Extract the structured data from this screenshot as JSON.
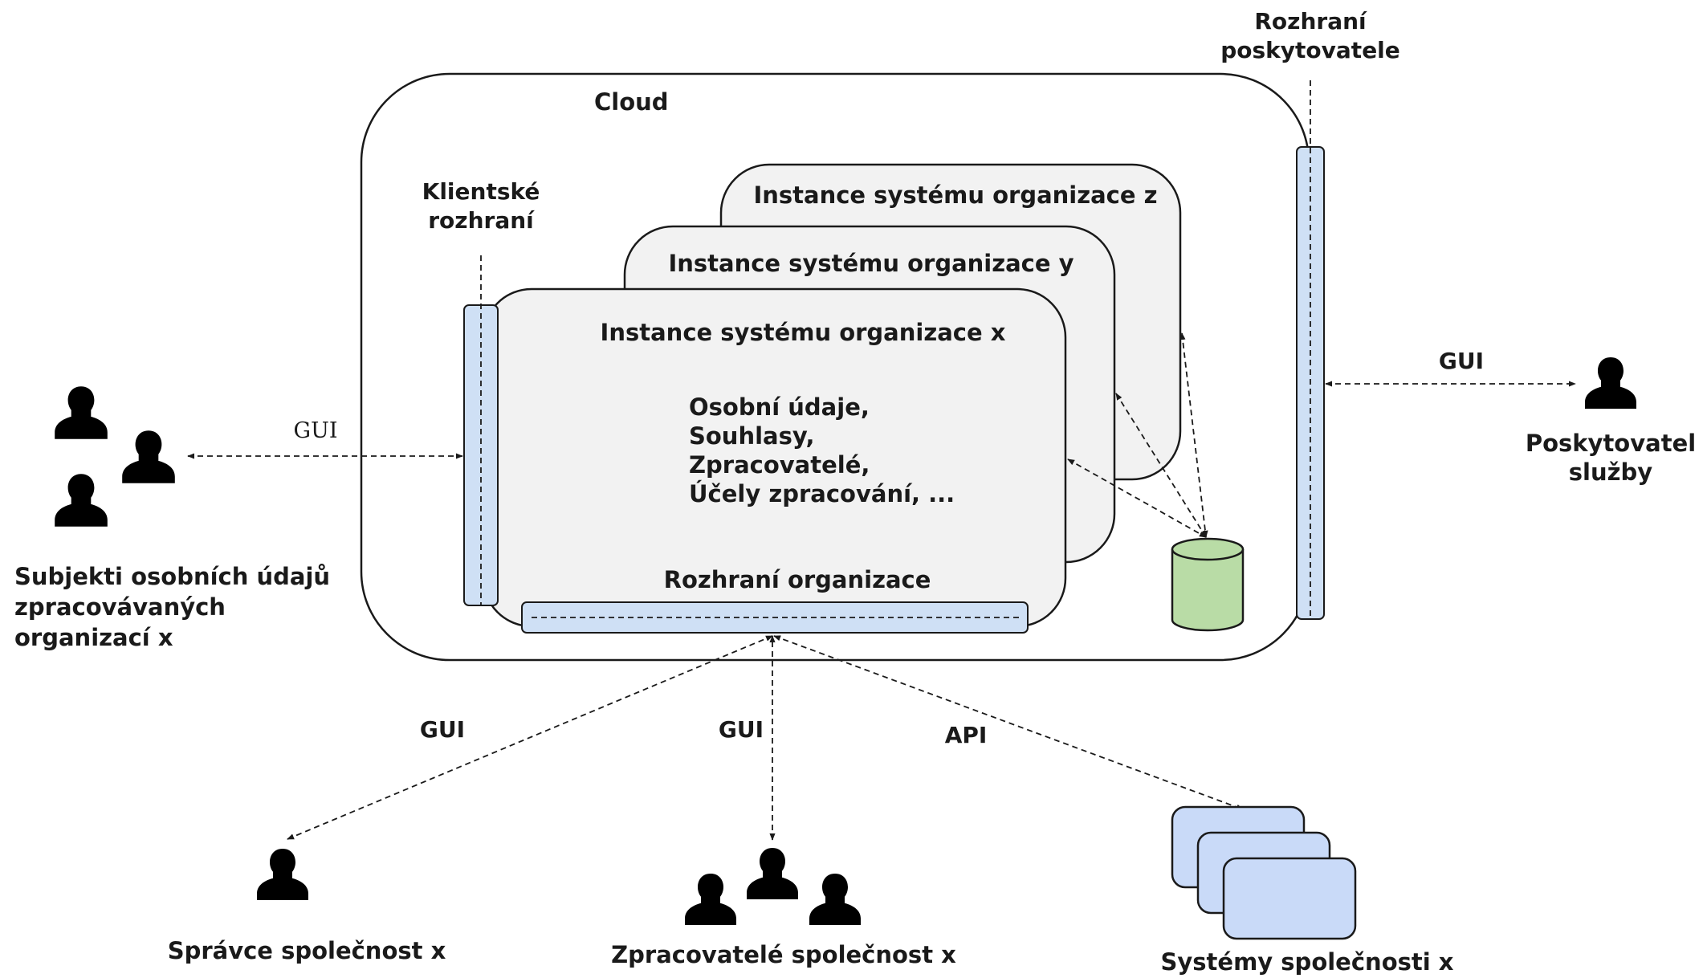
{
  "cloud_label": "Cloud",
  "client_interface_label": [
    "Klientské",
    "rozhraní"
  ],
  "provider_interface_label": [
    "Rozhraní",
    "poskytovatele"
  ],
  "instances": {
    "z": "Instance systému organizace z",
    "y": "Instance systému organizace y",
    "x": "Instance systému organizace x"
  },
  "data_items": [
    "Osobní údaje,",
    "Souhlasy,",
    "Zpracovatelé,",
    "Účely zpracování, ..."
  ],
  "org_interface_label": "Rozhraní organizace",
  "connections": {
    "subjects": "GUI",
    "provider": "GUI",
    "admin": "GUI",
    "processors": "GUI",
    "systems": "API"
  },
  "actors": {
    "subjects": [
      "Subjekti osobních údajů",
      "zpracovávaných",
      "organizací x"
    ],
    "provider": [
      "Poskytovatel",
      "služby"
    ],
    "admin": "Správce společnost x",
    "processors": "Zpracovatelé společnost x",
    "systems": "Systémy společnosti x"
  },
  "colors": {
    "interface_fill": "#cfe0f5",
    "instance_fill": "#f2f2f2",
    "database_fill": "#b9dca6",
    "systems_fill": "#c9daf8"
  }
}
